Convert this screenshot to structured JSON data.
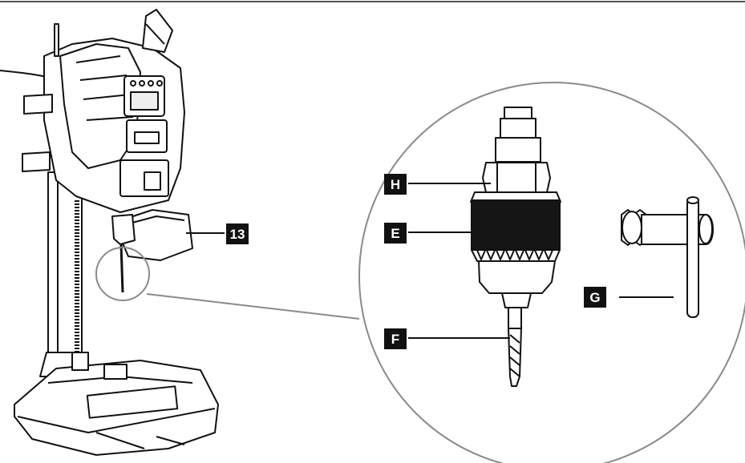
{
  "labels": {
    "drill_label": "13",
    "chuck_nut": "H",
    "chuck_collar": "E",
    "drill_bit": "F",
    "chuck_key": "G"
  },
  "colors": {
    "ink": "#111111",
    "line": "#1a1a1a",
    "zoom_ring": "#8a8a8a",
    "label_bg": "#111111",
    "label_text": "#ffffff",
    "paper": "#ffffff"
  }
}
